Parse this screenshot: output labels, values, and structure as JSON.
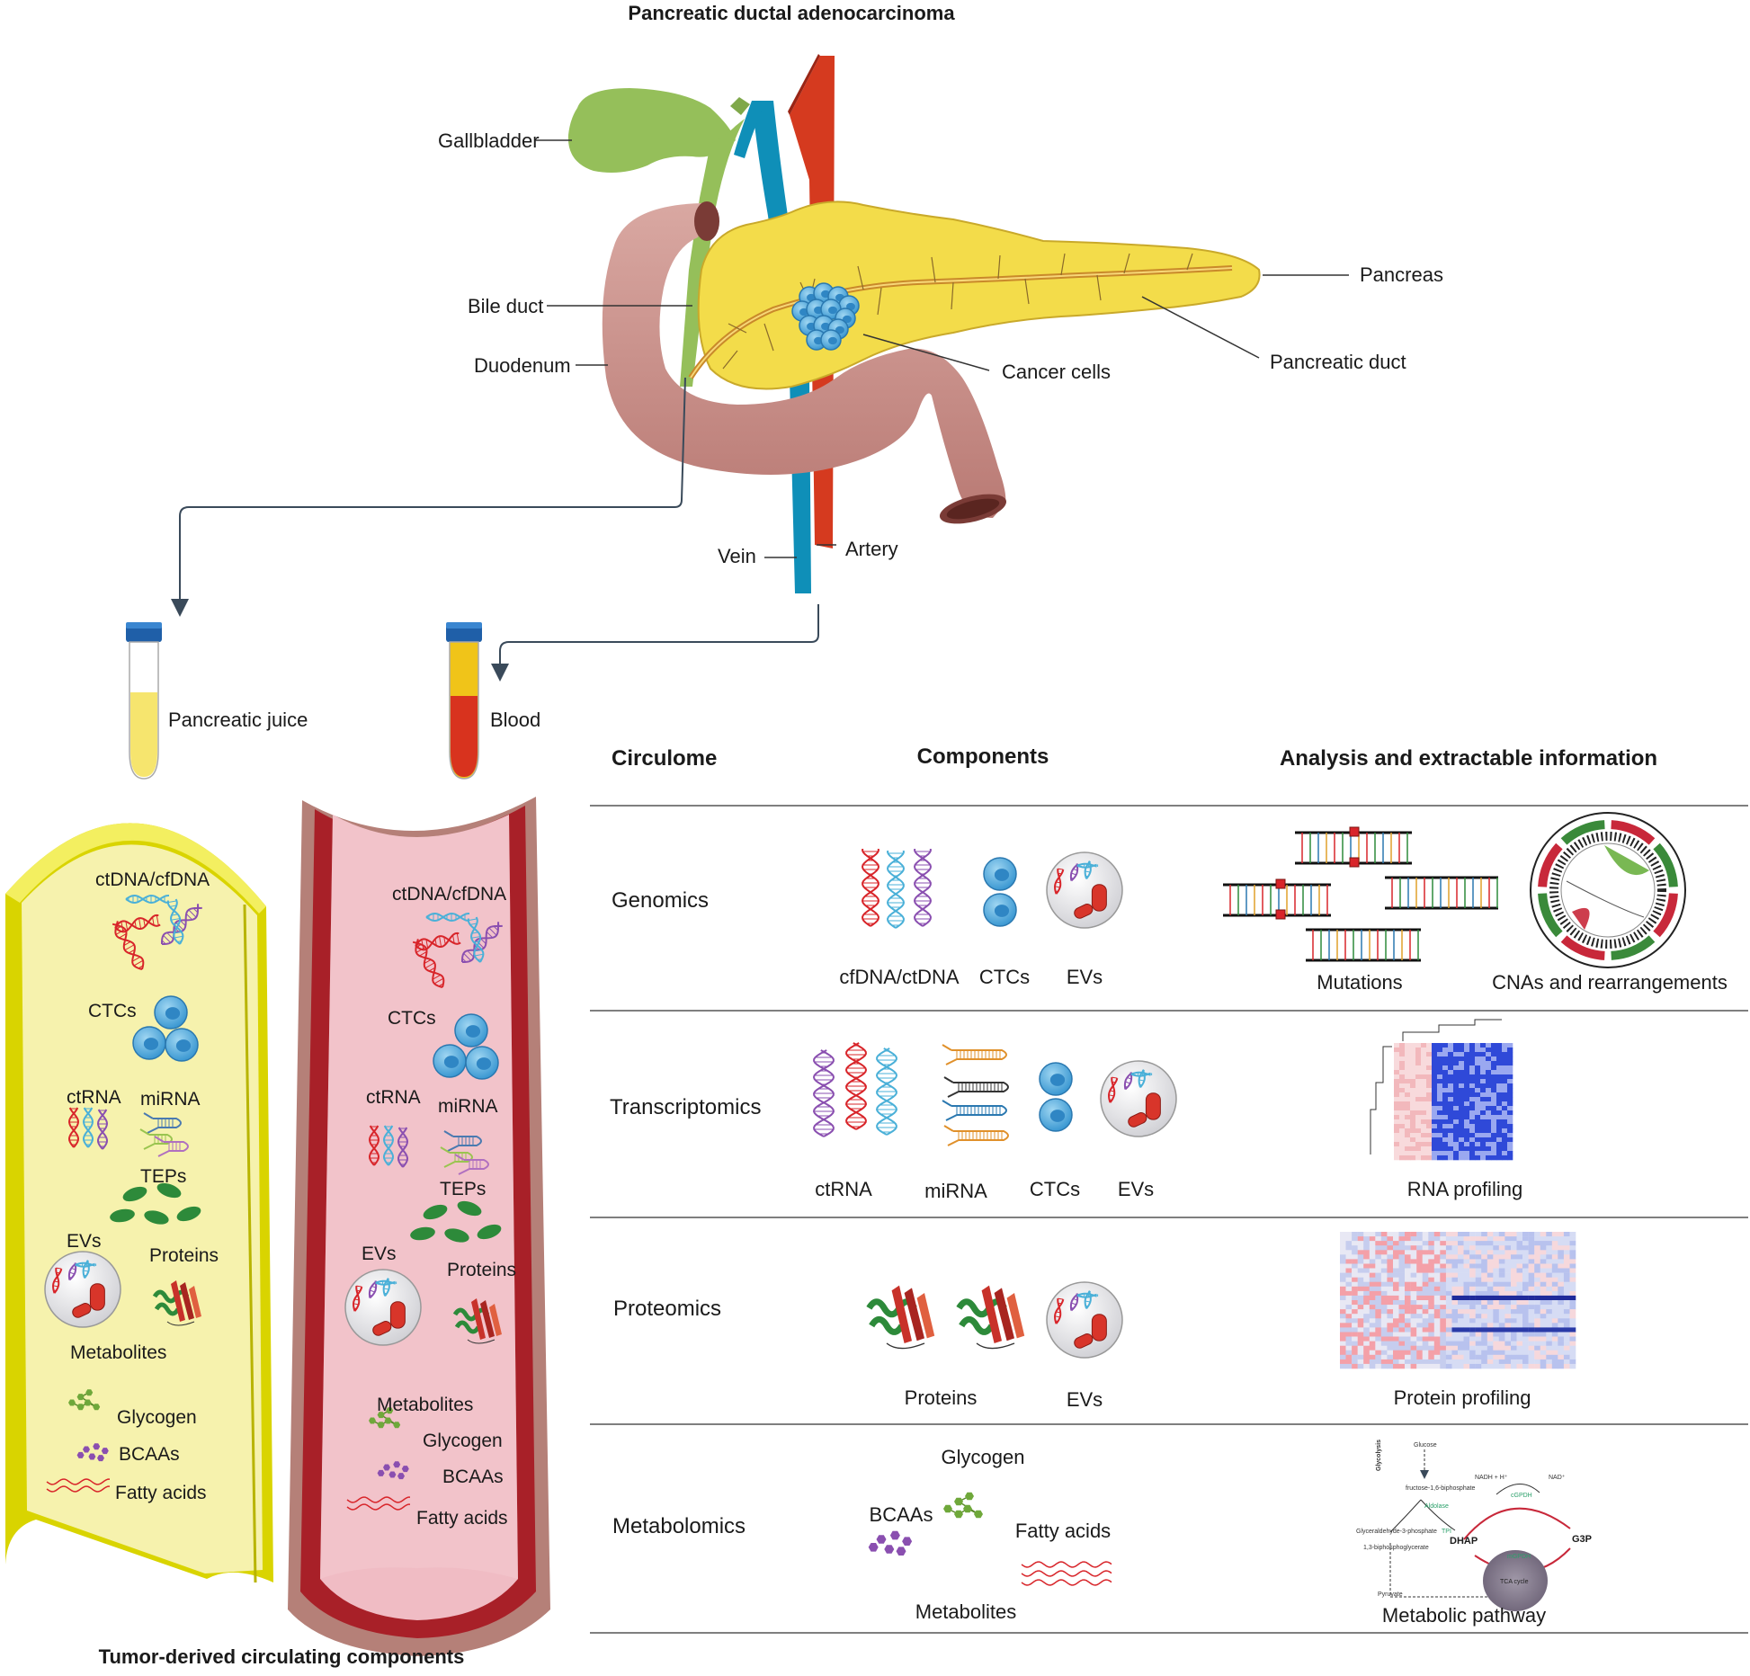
{
  "title": "Pancreatic ductal adenocarcinoma",
  "bottom_title": "Tumor-derived circulating components",
  "anatomy": {
    "gallbladder": "Gallbladder",
    "bile_duct": "Bile duct",
    "duodenum": "Duodenum",
    "pancreas": "Pancreas",
    "pancreatic_duct": "Pancreatic duct",
    "cancer_cells": "Cancer cells",
    "vein": "Vein",
    "artery": "Artery"
  },
  "samples": {
    "pancreatic_juice": "Pancreatic juice",
    "blood": "Blood"
  },
  "vessel_labels": {
    "dna": "ctDNA/cfDNA",
    "ctcs": "CTCs",
    "ctrna": "ctRNA",
    "mirna": "miRNA",
    "teps": "TEPs",
    "evs": "EVs",
    "proteins": "Proteins",
    "metabolites": "Metabolites",
    "glycogen": "Glycogen",
    "bcaas": "BCAAs",
    "fatty_acids": "Fatty acids"
  },
  "table": {
    "headers": [
      "Circulome",
      "Components",
      "Analysis and extractable information"
    ],
    "rows": [
      {
        "name": "Genomics",
        "components": [
          "cfDNA/ctDNA",
          "CTCs",
          "EVs"
        ],
        "analysis": [
          "Mutations",
          "CNAs and rearrangements"
        ]
      },
      {
        "name": "Transcriptomics",
        "components": [
          "ctRNA",
          "miRNA",
          "CTCs",
          "EVs"
        ],
        "analysis": [
          "RNA profiling"
        ]
      },
      {
        "name": "Proteomics",
        "components": [
          "Proteins",
          "EVs"
        ],
        "analysis": [
          "Protein profiling"
        ]
      },
      {
        "name": "Metabolomics",
        "components": [
          "Glycogen",
          "BCAAs",
          "Fatty acids",
          "Metabolites"
        ],
        "analysis": [
          "Metabolic pathway"
        ]
      }
    ]
  },
  "pathway": {
    "glucose": "Glucose",
    "glycolysis": "Glycolysis",
    "f16bp": "fructose-1,6-biphosphate",
    "aldolase": "Aldolase",
    "g3p_ald": "Glyceraldehyde-3-phosphate",
    "bpg": "1,3-biphosphoglycerate",
    "pyruvate": "Pyruvate",
    "dhap": "DHAP",
    "g3p": "G3P",
    "nadh": "NADH + H⁺",
    "nad": "NAD⁺",
    "gpdh1": "cGPDH",
    "gpdh2": "mGPDH",
    "tpi": "TPI",
    "tca": "TCA cycle"
  },
  "colors": {
    "juice_wall": "#d9d400",
    "juice_fill": "#f6f2ad",
    "blood_wall": "#a82028",
    "blood_outer": "#b58078",
    "blood_fill": "#f0bcc4",
    "pancreas": "#f3dc4a",
    "duodenum": "#c98e88",
    "vein": "#0f8fb8",
    "artery": "#d53a1f",
    "gallbladder": "#95bf5a"
  }
}
